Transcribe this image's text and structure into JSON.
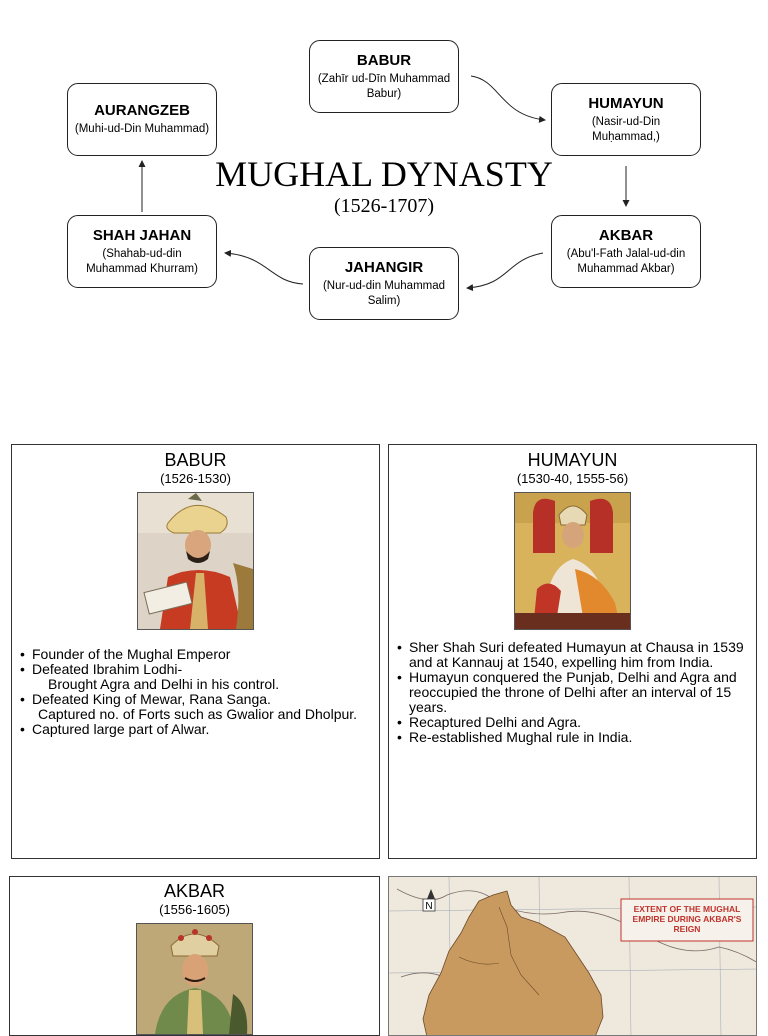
{
  "dynasty": {
    "title": "MUGHAL DYNASTY",
    "years": "(1526-1707)",
    "rulers": [
      {
        "key": "babur",
        "name": "BABUR",
        "full_name": "(Zahīr ud-Dīn Muhammad Babur)"
      },
      {
        "key": "humayun",
        "name": "HUMAYUN",
        "full_name": "(Nasir-ud-Din Muḥammad,)"
      },
      {
        "key": "akbar",
        "name": "AKBAR",
        "full_name": "(Abu'l-Fath Jalal-ud-din Muhammad Akbar)"
      },
      {
        "key": "jahangir",
        "name": "JAHANGIR",
        "full_name": "(Nur-ud-din Muhammad Salim)"
      },
      {
        "key": "shahjahan",
        "name": "SHAH JAHAN",
        "full_name": "(Shahab-ud-din Muhammad Khurram)"
      },
      {
        "key": "aurangzeb",
        "name": "AURANGZEB",
        "full_name": "(Muhi-ud-Din Muhammad)"
      }
    ]
  },
  "panels": {
    "babur": {
      "title": "BABUR",
      "years": "(1526-1530)",
      "bullets": [
        {
          "text": "Founder of the Mughal Emperor"
        },
        {
          "text": "Defeated Ibrahim Lodhi-",
          "cont": "Brought Agra and Delhi in his control."
        },
        {
          "text": "Defeated King of Mewar, Rana Sanga.",
          "cont": "Captured no. of Forts such as Gwalior and Dholpur."
        },
        {
          "text": "Captured large part of Alwar."
        }
      ]
    },
    "humayun": {
      "title": "HUMAYUN",
      "years": "(1530-40, 1555-56)",
      "bullets": [
        {
          "text": "Sher Shah Suri defeated Humayun at Chausa in 1539 and at Kannauj at 1540, expelling him from India."
        },
        {
          "text": "Humayun conquered the Punjab, Delhi and Agra and reoccupied the throne of Delhi after an interval of 15  years."
        },
        {
          "text": "Recaptured Delhi and Agra."
        },
        {
          "text": "Re-established Mughal rule in India."
        }
      ]
    },
    "akbar": {
      "title": "AKBAR",
      "years": "(1556-1605)"
    },
    "map": {
      "legend": "EXTENT OF THE MUGHAL EMPIRE DURING AKBAR'S REIGN",
      "north": "N"
    }
  },
  "colors": {
    "map_territory": "#c99a5f",
    "map_legend": "#c0332e",
    "map_paper": "#efe8dc"
  }
}
